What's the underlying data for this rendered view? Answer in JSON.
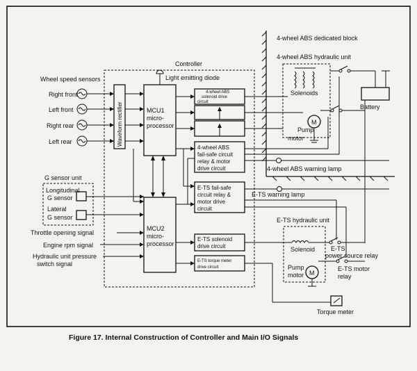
{
  "caption": "Figure 17.  Internal Construction of Controller and Main  I/O Signals",
  "controller": {
    "title": "Controller",
    "led": "Light emitting diode",
    "rectifier": "Waveform rectifier",
    "mcu1": [
      "MCU1",
      "micro-",
      "processor"
    ],
    "mcu2": [
      "MCU2",
      "micro-",
      "processor"
    ],
    "abs_solenoid_drive": [
      "4-wheel ABS",
      "solenoid drive",
      "circuit"
    ],
    "abs_failsafe": [
      "4-wheel ABS",
      "fail-safe circuit",
      "relay & motor",
      "drive circuit"
    ],
    "ets_failsafe": [
      "E-TS fail-safe",
      "circuit relay &",
      "motor drive",
      "circuit"
    ],
    "ets_solenoid_drive": [
      "E-TS solenoid",
      "drive circuit"
    ],
    "ets_torque_drive": [
      "E-TS torque meter",
      "drive circuit"
    ]
  },
  "inputs": {
    "wheel_speed_sensors": "Wheel speed sensors",
    "right_front": "Right front",
    "left_front": "Left front",
    "right_rear": "Right rear",
    "left_rear": "Left rear",
    "g_sensor_unit": "G sensor unit",
    "longitudinal": [
      "Longitudinal",
      "G sensor"
    ],
    "lateral": [
      "Lateral",
      "G sensor"
    ],
    "throttle": "Throttle opening signal",
    "engine_rpm": "Engine rpm signal",
    "hydraulic_pressure": [
      "Hydraulic unit pressure",
      "switch signal"
    ]
  },
  "outputs": {
    "abs_dedicated_block": "4-wheel ABS dedicated block",
    "abs_hydraulic_unit": "4-wheel ABS hydraulic unit",
    "solenoids": "Solenoids",
    "pump_motor_abs": "Pump",
    "motor_abs": "motor",
    "motor_symbol": "M",
    "battery": "Battery",
    "abs_warning_lamp": "4-wheel ABS warning lamp",
    "ets_warning_lamp": "E-TS warning lamp",
    "ets_hydraulic_unit": "E-TS hydraulic unit",
    "solenoid": "Solenoid",
    "ets_power_relay": [
      "E-TS",
      "power source relay"
    ],
    "ets_motor_relay": [
      "E-TS motor",
      "relay"
    ],
    "pump_motor_ets": [
      "Pump",
      "motor"
    ],
    "torque_meter": "Torque meter"
  }
}
